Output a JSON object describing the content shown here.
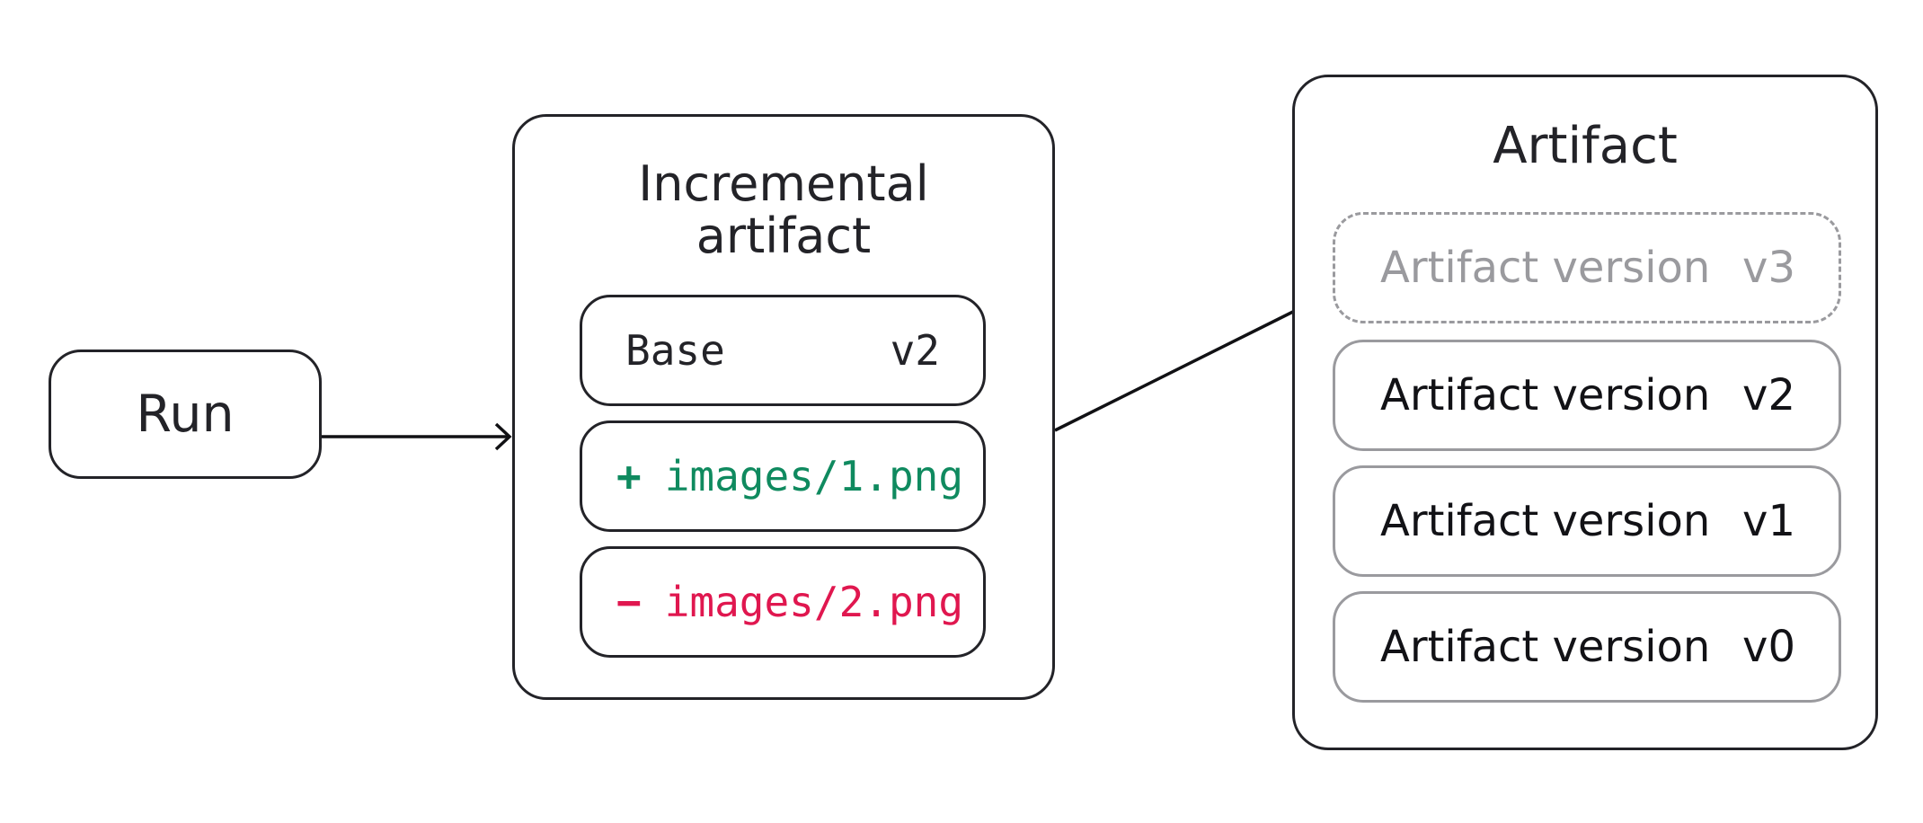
{
  "run": {
    "label": "Run"
  },
  "incremental": {
    "title_line1": "Incremental",
    "title_line2": "artifact",
    "base": {
      "label": "Base",
      "version": "v2"
    },
    "added": {
      "sign": "+",
      "path": "images/1.png"
    },
    "removed": {
      "sign": "−",
      "path": "images/2.png"
    }
  },
  "artifact": {
    "title": "Artifact",
    "versions": [
      {
        "label": "Artifact version",
        "version": "v3",
        "state": "pending"
      },
      {
        "label": "Artifact version",
        "version": "v2",
        "state": "existing"
      },
      {
        "label": "Artifact version",
        "version": "v1",
        "state": "existing"
      },
      {
        "label": "Artifact version",
        "version": "v0",
        "state": "existing"
      }
    ]
  },
  "colors": {
    "stroke": "#232328",
    "added": "#0f8a5f",
    "removed": "#e0174f",
    "muted": "#9a9a9e"
  }
}
